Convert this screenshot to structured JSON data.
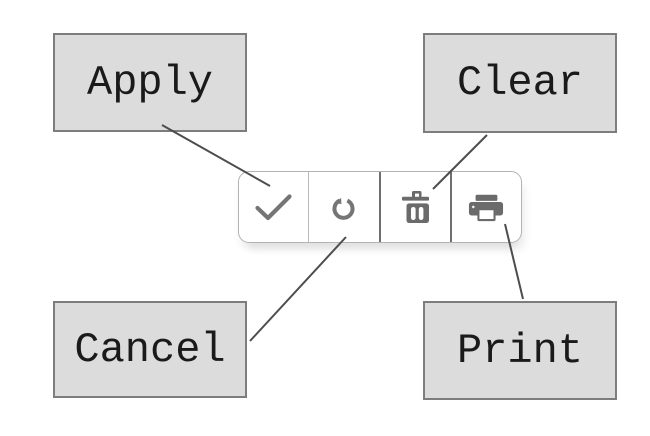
{
  "diagram_title": "",
  "labels": [
    {
      "id": "apply",
      "text": "Apply"
    },
    {
      "id": "clear",
      "text": "Clear"
    },
    {
      "id": "cancel",
      "text": "Cancel"
    },
    {
      "id": "print",
      "text": "Print"
    }
  ],
  "toolbar": {
    "buttons": [
      {
        "name": "apply",
        "icon": "check-icon",
        "label": "Apply"
      },
      {
        "name": "cancel",
        "icon": "rotate-ccw-icon",
        "label": "Cancel"
      },
      {
        "name": "clear",
        "icon": "trash-icon",
        "label": "Clear"
      },
      {
        "name": "print",
        "icon": "printer-icon",
        "label": "Print"
      }
    ]
  },
  "connectors": [
    {
      "from": "apply-label",
      "to": "check-button"
    },
    {
      "from": "clear-label",
      "to": "trash-button"
    },
    {
      "from": "cancel-label",
      "to": "rotate-button"
    },
    {
      "from": "print-label",
      "to": "printer-button"
    }
  ],
  "colors": {
    "background": "#ffffff",
    "box_fill": "#dcdcdc",
    "box_border": "#7d7d7d",
    "box_text": "#1a1a1a",
    "toolbar_border": "#b3b3b3",
    "divider_light": "#b9b9b9",
    "divider_strong": "#6f6f6f",
    "icon": "#6f6f6f",
    "connector_line": "#4d4d4d"
  }
}
